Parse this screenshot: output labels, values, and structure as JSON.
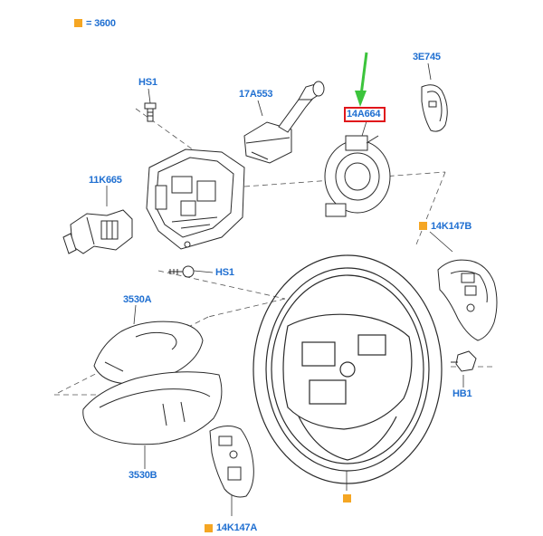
{
  "legend": {
    "marker_label": "= 3600"
  },
  "labels": {
    "hs1_top": "HS1",
    "p17a553": "17A553",
    "p14a664": "14A664",
    "p3e745": "3E745",
    "p11k665": "11K665",
    "p14k147b": "14K147B",
    "hs1_bottom": "HS1",
    "p3530a": "3530A",
    "hb1": "HB1",
    "p3530b": "3530B",
    "p14k147a": "14K147A"
  },
  "colors": {
    "label_blue": "#1f6fd1",
    "marker_orange": "#f5a623",
    "highlight_red": "#e0161b",
    "arrow_green": "#3cc43c",
    "line_art": "#2a2a2a"
  }
}
